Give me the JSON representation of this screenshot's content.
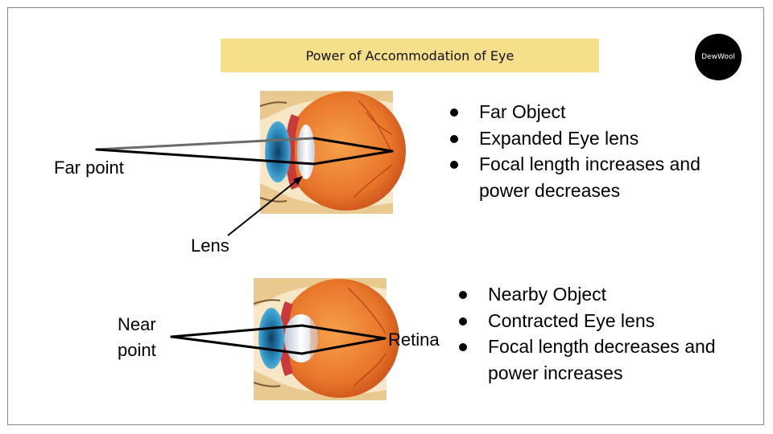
{
  "title": "Power of Accommodation of Eye",
  "logo": "DewWool",
  "far_section": {
    "point_label": "Far point",
    "lens_label": "Lens",
    "bullets": [
      "Far Object",
      "Expanded Eye lens",
      "Focal length increases and power decreases"
    ]
  },
  "near_section": {
    "point_label_line1": "Near",
    "point_label_line2": "point",
    "retina_label": "Retina",
    "bullets": [
      "Nearby Object",
      "Contracted Eye lens",
      "Focal length decreases and power increases"
    ]
  },
  "colors": {
    "title_bg": "#f5df8b",
    "eyeball": "#e8762a",
    "cornea": "#2f8fbf",
    "lens": "#d9dfe6",
    "eyelid": "#e9c98f"
  }
}
